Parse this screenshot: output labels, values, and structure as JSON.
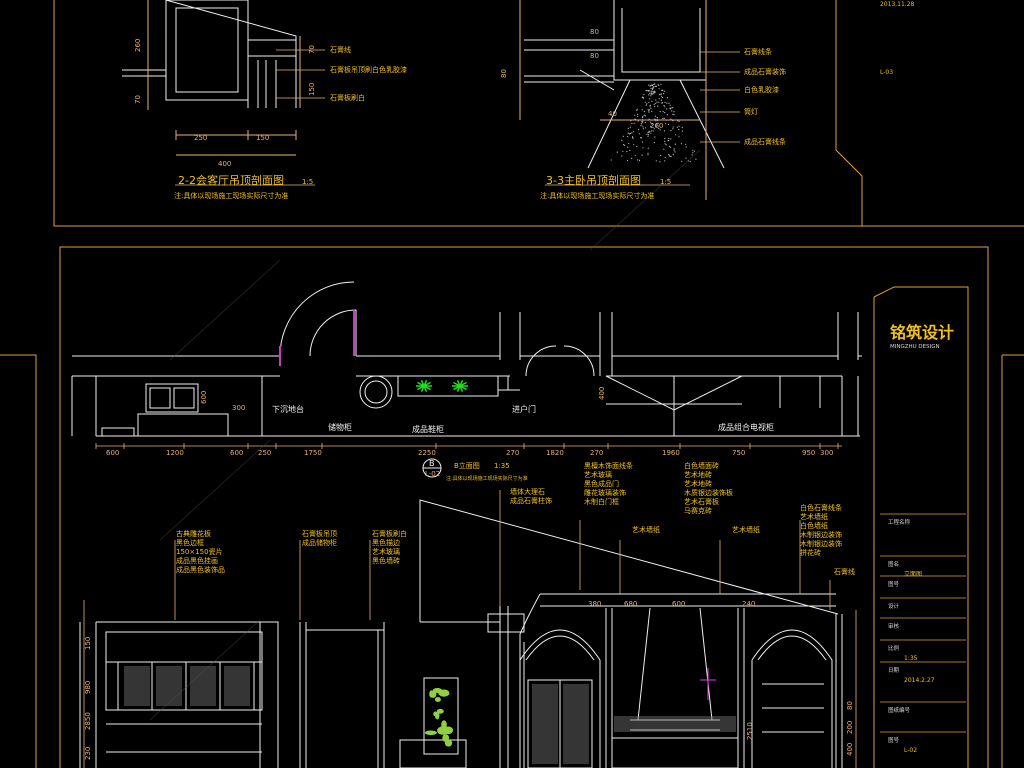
{
  "top_sections": {
    "section_2_2": {
      "title": "2-2会客厅吊顶剖面图",
      "scale": "1:5",
      "note": "注:具体以现场施工现场实际尺寸为准",
      "dims": {
        "d260": "260",
        "d70a": "70",
        "d70b": "70",
        "d150": "150",
        "d250": "250",
        "d150b": "150",
        "d400": "400"
      },
      "callouts": [
        "石膏线",
        "石膏板吊顶刷白色乳胶漆",
        "石膏板刷白"
      ]
    },
    "section_3_3": {
      "title": "3-3主卧吊顶剖面图",
      "scale": "1:5",
      "note": "注:具体以现场施工现场实际尺寸为准",
      "dims": {
        "d80a": "80",
        "d80b": "80",
        "d80c": "80",
        "d40": "40",
        "d260": "260"
      },
      "callouts": [
        "石膏线条",
        "成品石膏装饰",
        "白色乳胶漆",
        "筒灯",
        "成品石膏线条"
      ]
    },
    "top_title_block": {
      "date": "2013.11.28",
      "drawing_no": "L-03"
    }
  },
  "plan": {
    "labels": {
      "l1": "下沉地台",
      "l2": "储物柜",
      "l3": "成品鞋柜",
      "l4": "进户门",
      "l5": "成品组合电视柜"
    },
    "dims": [
      "600",
      "1200",
      "600",
      "250",
      "1750",
      "2250",
      "270",
      "1820",
      "270",
      "1960",
      "750",
      "950",
      "300"
    ],
    "small_dims": {
      "d300": "300",
      "d600": "600",
      "d400": "400"
    },
    "elevation_marker": {
      "top": "B",
      "bottom": "L-02"
    },
    "elevation_title": "B立面图",
    "elevation_scale": "1:35",
    "elevation_note": "注:具体以现场施工现场实际尺寸为准"
  },
  "elevation": {
    "callouts_left": [
      "古典雕花板",
      "黑色边框",
      "150×150瓷片",
      "成品黑色挂画",
      "成品黑色装饰品"
    ],
    "callouts_mid": [
      "石膏板吊顶",
      "成品储物柜"
    ],
    "callouts_mid2": [
      "石膏板刷白",
      "黑色描边",
      "艺术玻璃",
      "黑色墙砖"
    ],
    "callouts_center": [
      "墙体大理石",
      "成品石膏柱饰"
    ],
    "callouts_c2": [
      "黑檀木饰面线条",
      "艺术玻璃",
      "黑色成品门",
      "雕花玻璃装饰",
      "木制白门框"
    ],
    "callouts_c3": [
      "白色墙面砖",
      "艺术地砖",
      "艺术地砖",
      "木质银边装饰板",
      "艺术石膏板",
      "马赛克砖"
    ],
    "callouts_right": [
      "白色石膏线条",
      "艺术墙纸",
      "白色墙纸",
      "木制银边装饰",
      "木制银边装饰",
      "拼花砖"
    ],
    "small_labels": [
      "艺术墙纸",
      "艺术墙纸",
      "石膏线"
    ],
    "top_dims": [
      "380",
      "680",
      "600",
      "240"
    ],
    "left_dims": [
      "150",
      "980",
      "2850",
      "230"
    ],
    "right_dims": [
      "2510",
      "80",
      "200",
      "400"
    ]
  },
  "title_block": {
    "logo": "铭筑设计",
    "logo_sub": "MINGZHU DESIGN",
    "rows": [
      {
        "label": "工程名称",
        "value": ""
      },
      {
        "label": "图名",
        "value": "立面图"
      },
      {
        "label": "图号",
        "value": ""
      },
      {
        "label": "设计",
        "value": ""
      },
      {
        "label": "审核",
        "value": ""
      },
      {
        "label": "比例",
        "value": "1:35"
      },
      {
        "label": "日期",
        "value": "2014.2.27"
      },
      {
        "label": "图纸编号",
        "value": ""
      },
      {
        "label": "图号",
        "value": "L-02"
      }
    ]
  },
  "colors": {
    "frame": "#e0a040",
    "line": "#ffffff",
    "accent": "#f0c020",
    "background": "#000000"
  }
}
